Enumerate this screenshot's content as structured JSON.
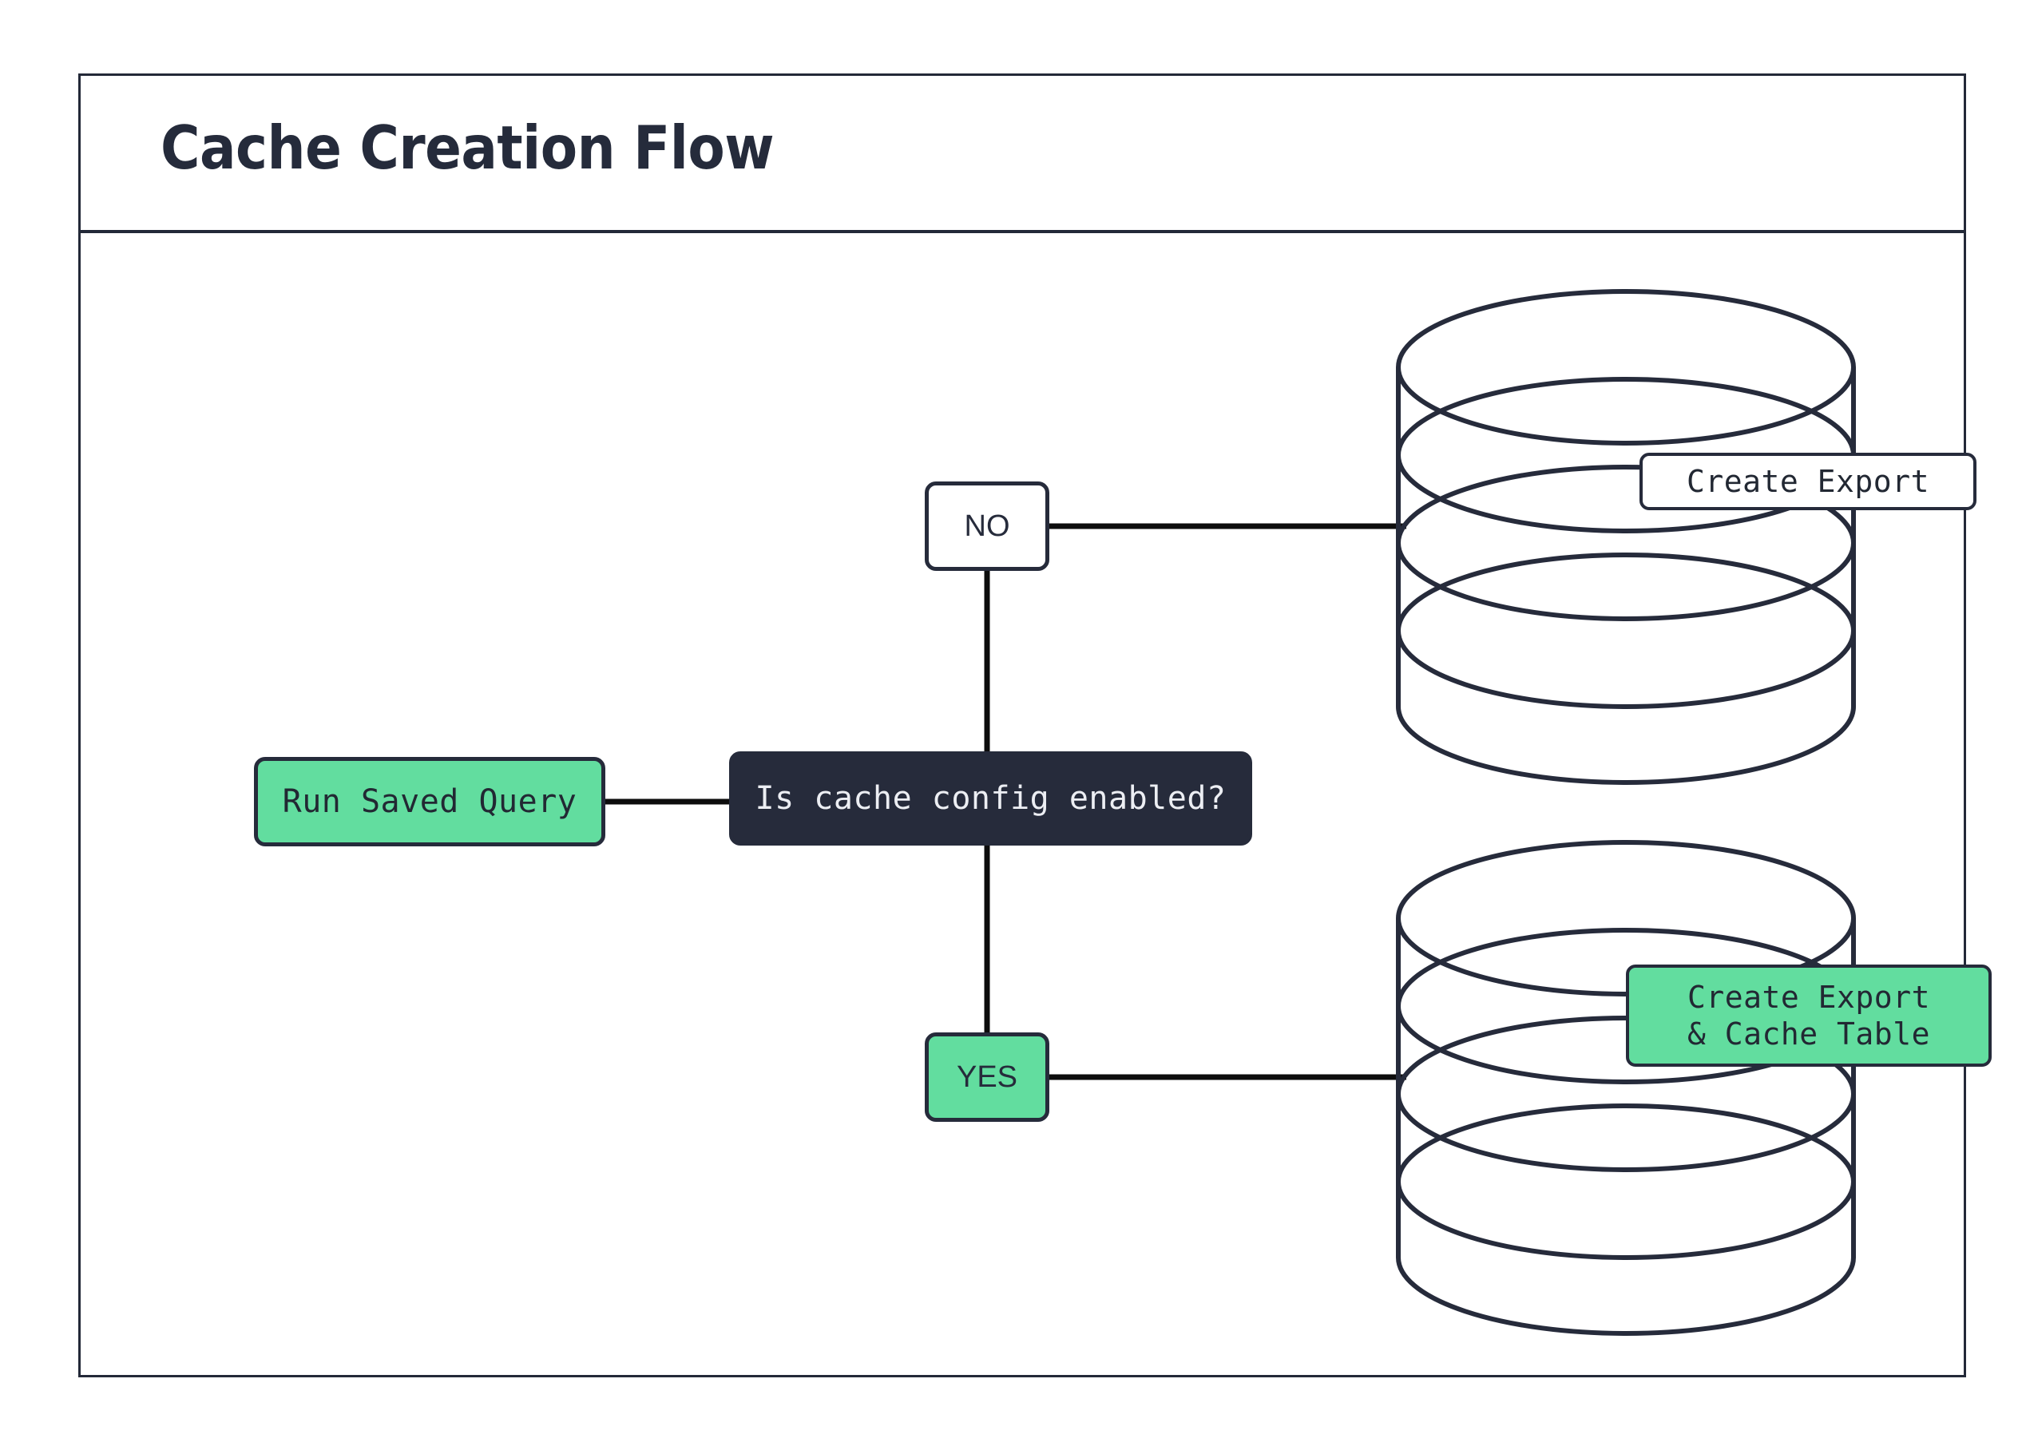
{
  "diagram": {
    "title": "Cache Creation Flow",
    "colors": {
      "ink": "#262b3b",
      "accent_green": "#62dd9f",
      "node_dark_bg": "#262b3b",
      "node_dark_text": "#eceef3",
      "canvas_bg": "#ffffff"
    },
    "nodes": {
      "saved_query": {
        "label": "Run Saved Query",
        "shape": "rounded-rect",
        "fill": "#62dd9f"
      },
      "decision": {
        "label": "Is cache config enabled?",
        "shape": "rounded-rect",
        "fill": "#262b3b"
      },
      "edge_no": {
        "label": "NO",
        "shape": "rounded-rect",
        "fill": "#ffffff"
      },
      "edge_yes": {
        "label": "YES",
        "shape": "rounded-rect",
        "fill": "#62dd9f"
      },
      "db_top": {
        "label": "Create Export",
        "shape": "database-cylinder",
        "fill": "#ffffff"
      },
      "db_bottom": {
        "label": "Create Export\n& Cache Table",
        "shape": "database-cylinder",
        "fill": "#62dd9f"
      }
    },
    "edges": [
      {
        "from": "saved_query",
        "to": "decision",
        "label": ""
      },
      {
        "from": "decision",
        "to": "edge_no",
        "label": "NO"
      },
      {
        "from": "edge_no",
        "to": "db_top",
        "label": ""
      },
      {
        "from": "decision",
        "to": "edge_yes",
        "label": "YES"
      },
      {
        "from": "edge_yes",
        "to": "db_bottom",
        "label": ""
      }
    ]
  }
}
